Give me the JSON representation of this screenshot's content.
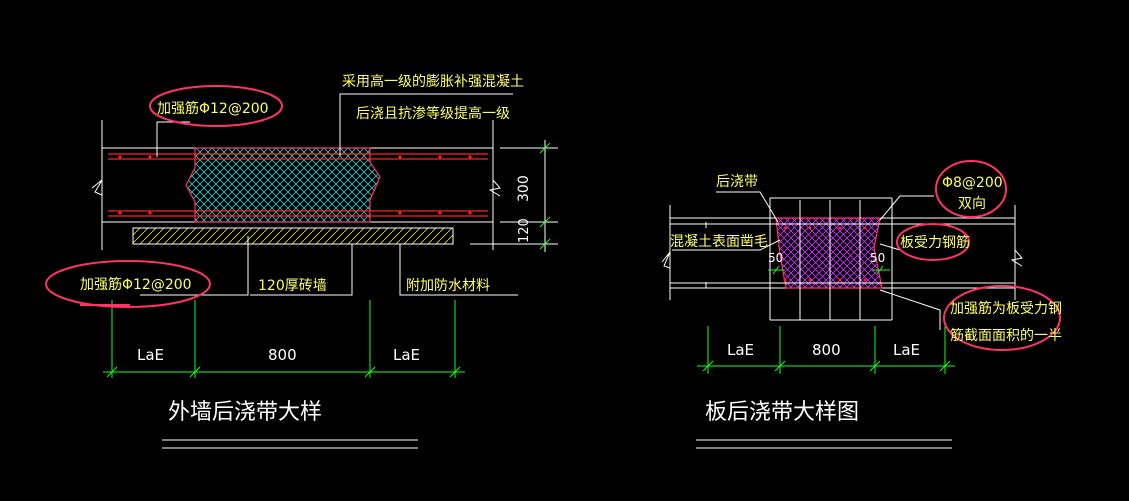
{
  "colors": {
    "background": "#000000",
    "linework": "#ffffff",
    "dimension": "#19ff19",
    "annotation": "#ffff66",
    "rebar": "#ff2020",
    "markup": "#ff3366",
    "wall_hatch": "#33cccc",
    "slab_hatch": "#cc33ff",
    "brick": "#dddd33"
  },
  "left": {
    "title": "外墙后浇带大样",
    "note_concrete_line1": "采用高一级的膨胀补强混凝土",
    "note_concrete_line2": "后浇且抗渗等级提高一级",
    "rebar_top_label": "加强筋Φ12@200",
    "rebar_bottom_label": "加强筋Φ12@200",
    "brick_wall_label": "120厚砖墙",
    "waterproof_label": "附加防水材料",
    "dim_300": "300",
    "dim_120": "120",
    "dim_lae_left": "LaE",
    "dim_800": "800",
    "dim_lae_right": "LaE"
  },
  "right": {
    "title": "板后浇带大样图",
    "post_pour_label": "后浇带",
    "rebar_label": "Φ8@200",
    "rebar_sub": "双向",
    "surface_label": "混凝土表面凿毛",
    "slab_rebar_label": "板受力钢筋",
    "dim_50_left": "50",
    "dim_50_right": "50",
    "reinforce_note_line1": "加强筋为板受力钢",
    "reinforce_note_line2": "筋截面面积的一半",
    "dim_lae_left": "LaE",
    "dim_800": "800",
    "dim_lae_right": "LaE"
  }
}
